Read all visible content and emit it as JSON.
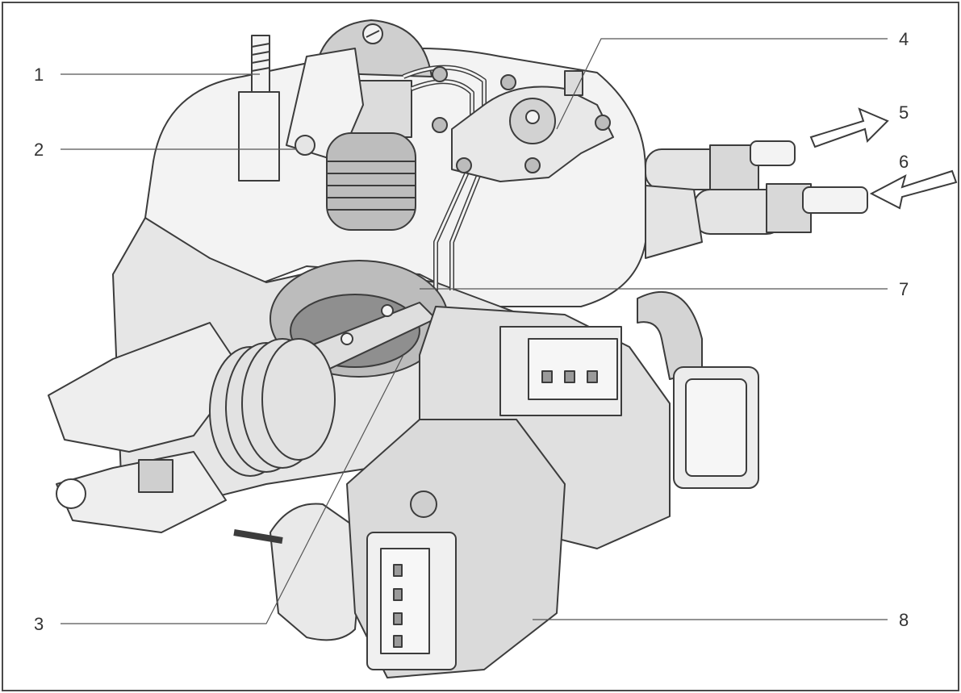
{
  "figure": {
    "colors": {
      "ink": "#3c3c3c",
      "fill_light": "#f3f3f3",
      "fill_mid": "#d9d9d9",
      "fill_dark": "#9b9b9b",
      "frame": "#4a4a4a"
    },
    "callouts": [
      {
        "id": "c1",
        "number": "1"
      },
      {
        "id": "c2",
        "number": "2"
      },
      {
        "id": "c3",
        "number": "3"
      },
      {
        "id": "c4",
        "number": "4"
      },
      {
        "id": "c5",
        "number": "5"
      },
      {
        "id": "c6",
        "number": "6"
      },
      {
        "id": "c7",
        "number": "7"
      },
      {
        "id": "c8",
        "number": "8"
      }
    ],
    "flow_arrows": [
      {
        "id": "arrow-5",
        "direction": "out"
      },
      {
        "id": "arrow-6",
        "direction": "in"
      }
    ]
  }
}
